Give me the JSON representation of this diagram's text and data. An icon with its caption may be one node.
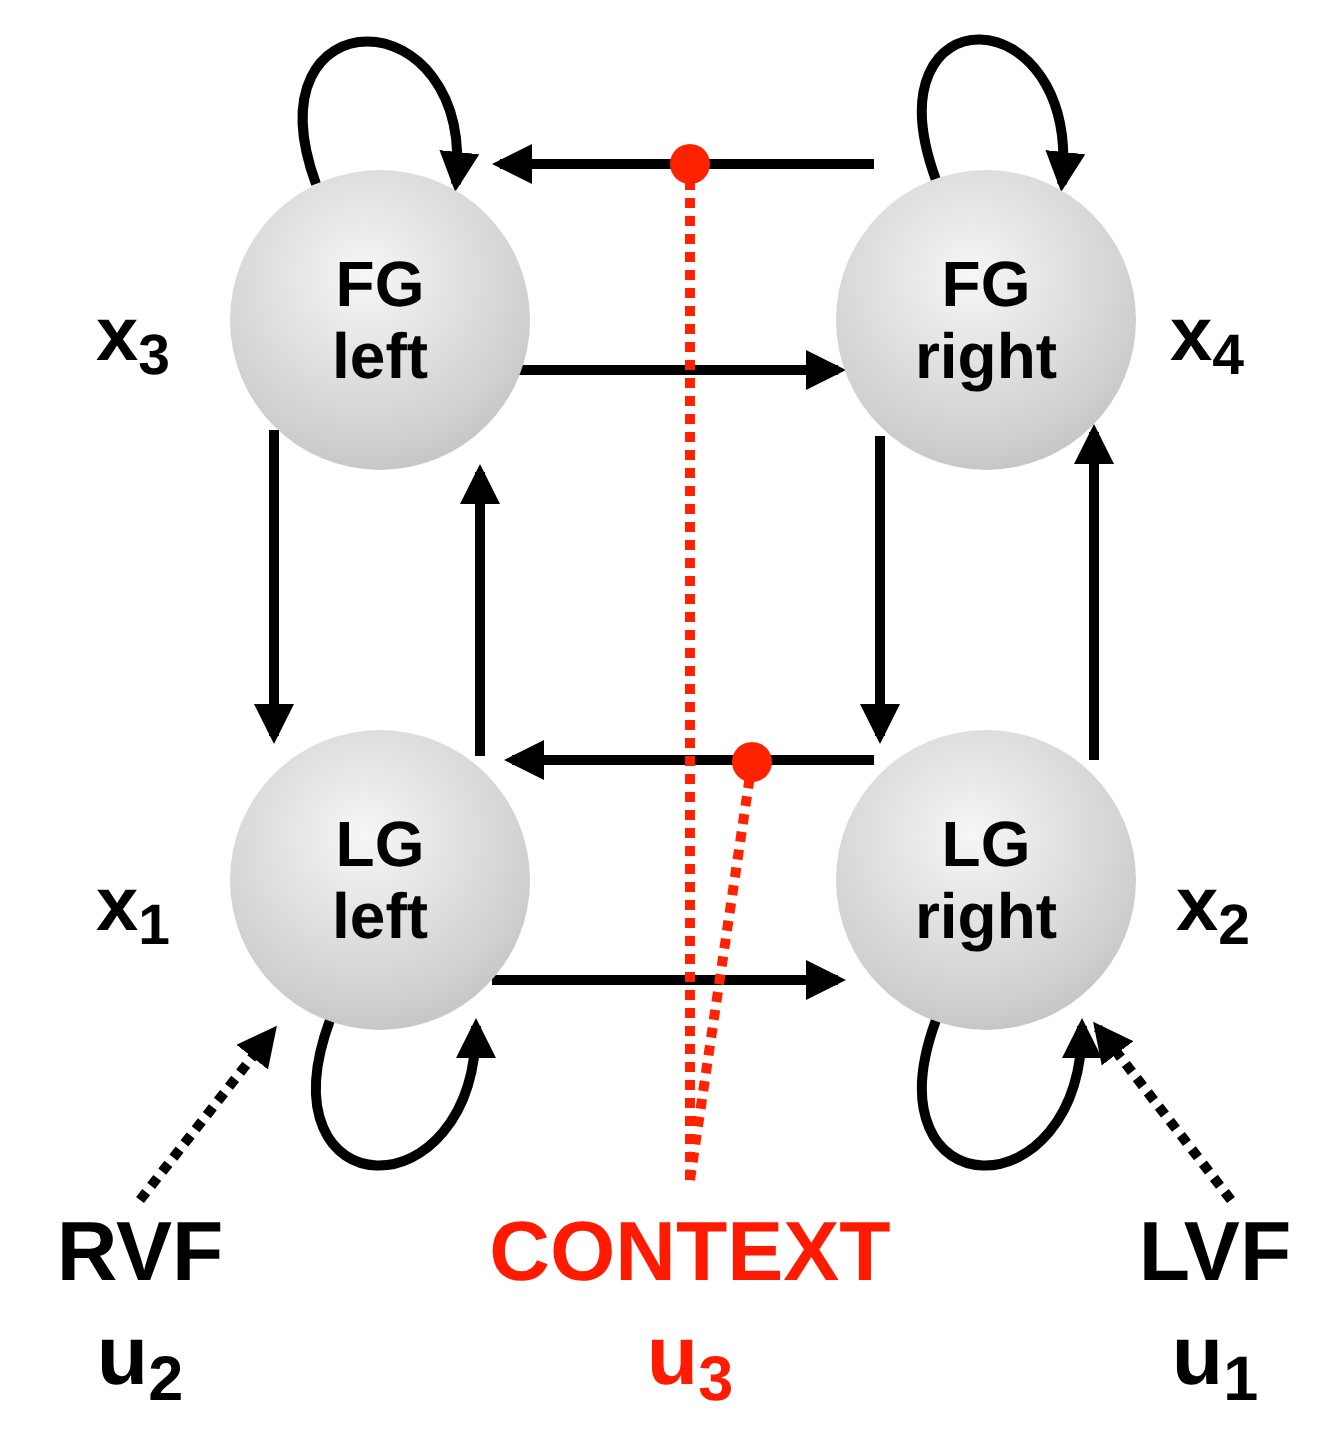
{
  "diagram": {
    "nodes": [
      {
        "text": [
          "FG left"
        ],
        "beside": [
          "x$_{3}$"
        ]
      },
      {
        "text": [
          "FG right"
        ],
        "beside": [
          "x$_{4}$"
        ]
      },
      {
        "text": [
          "LG left"
        ],
        "beside": [
          "x$_{1}$"
        ]
      },
      {
        "text": [
          "LG right"
        ],
        "beside": [
          "x$_{2}$"
        ]
      },
      {
        "text": [
          "RVF",
          "u$_{2}$"
        ]
      },
      {
        "text": [
          "CONTEXT",
          "u$_{3}$"
        ]
      },
      {
        "text": [
          "LVF",
          "u$_{1}$"
        ]
      }
    ],
    "edges": [
      {
        "from": 0,
        "to": 0,
        "arrow": "to"
      },
      {
        "from": 1,
        "to": 1,
        "arrow": "to"
      },
      {
        "from": 1,
        "to": 0,
        "arrow": "to"
      },
      {
        "from": 0,
        "to": 1,
        "arrow": "to"
      },
      {
        "from": 0,
        "to": 2,
        "arrow": "to"
      },
      {
        "from": 2,
        "to": 0,
        "arrow": "to"
      },
      {
        "from": 1,
        "to": 3,
        "arrow": "to"
      },
      {
        "from": 3,
        "to": 1,
        "arrow": "to"
      },
      {
        "from": 3,
        "to": 2,
        "arrow": "to"
      },
      {
        "from": 2,
        "to": 3,
        "arrow": "to"
      },
      {
        "from": 2,
        "to": 2,
        "arrow": "to"
      },
      {
        "from": 3,
        "to": 3,
        "arrow": "to"
      },
      {
        "from": 4,
        "to": 2,
        "arrow": "to",
        "style": "dashed"
      },
      {
        "from": 6,
        "to": 3,
        "arrow": "to",
        "style": "dashed"
      },
      {
        "from": 5,
        "to": null,
        "arrow": "other",
        "style": "dashed",
        "color": "#ff2200"
      },
      {
        "from": 5,
        "to": null,
        "arrow": "other",
        "style": "dashed",
        "color": "#ff2200"
      }
    ]
  }
}
